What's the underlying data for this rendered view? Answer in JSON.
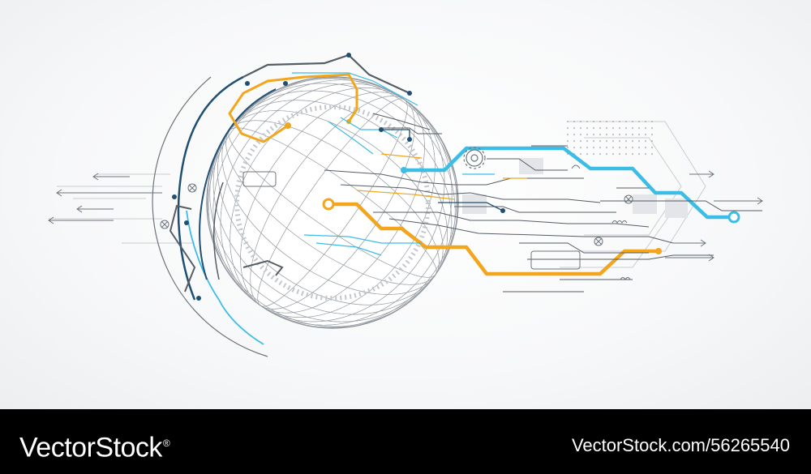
{
  "footer": {
    "brand": "VectorStock",
    "brand_mark": "®",
    "image_id": "VectorStock.com/56265540"
  },
  "colors": {
    "background": "#f5f6f7",
    "footer": "#000000",
    "footer_text": "#ffffff",
    "accent_cyan": "#3bbde6",
    "accent_orange": "#f2a51d",
    "accent_navy": "#1f4f73",
    "line_gray": "#555d66",
    "mesh_gray": "#8a8f95"
  },
  "illustration": {
    "subject": "globe-circuit-board",
    "icons": [
      "globe-icon",
      "circuit-trace-icon",
      "arrow-icon",
      "gear-icon",
      "node-icon"
    ]
  }
}
